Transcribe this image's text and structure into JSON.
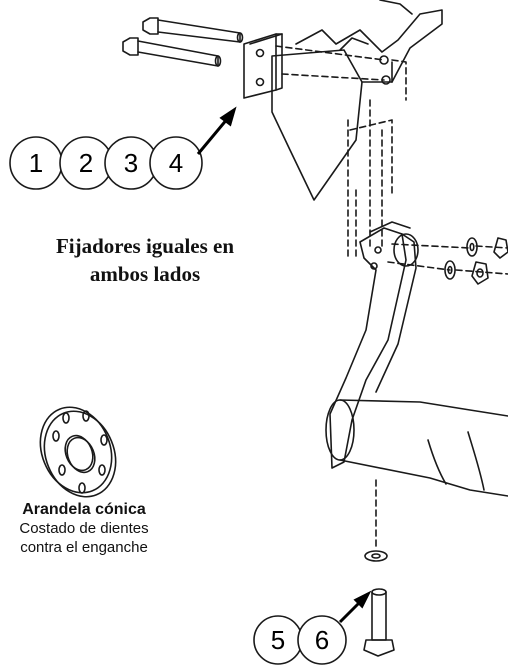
{
  "callouts_top": [
    "1",
    "2",
    "3",
    "4"
  ],
  "callouts_bottom": [
    "5",
    "6"
  ],
  "caption": {
    "line1": "Fijadores iguales en",
    "line2": "ambos lados"
  },
  "washer": {
    "title": "Arandela cónica",
    "line1": "Costado de dientes",
    "line2": "contra el enganche"
  },
  "colors": {
    "line": "#1a1a1a",
    "background": "#ffffff"
  }
}
